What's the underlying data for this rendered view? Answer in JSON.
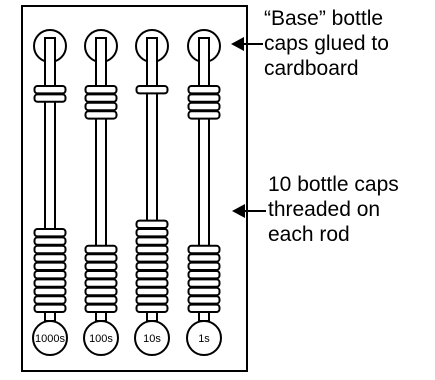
{
  "annotations": {
    "base_caps": "“Base” bottle\ncaps glued to\ncardboard",
    "threaded_caps": "10 bottle caps\nthreaded on\neach rod"
  },
  "columns": [
    {
      "label": "1000s",
      "top_caps": 2,
      "bottom_caps": 10
    },
    {
      "label": "100s",
      "top_caps": 4,
      "bottom_caps": 8
    },
    {
      "label": "10s",
      "top_caps": 1,
      "bottom_caps": 11
    },
    {
      "label": "1s",
      "top_caps": 4,
      "bottom_caps": 8
    }
  ]
}
